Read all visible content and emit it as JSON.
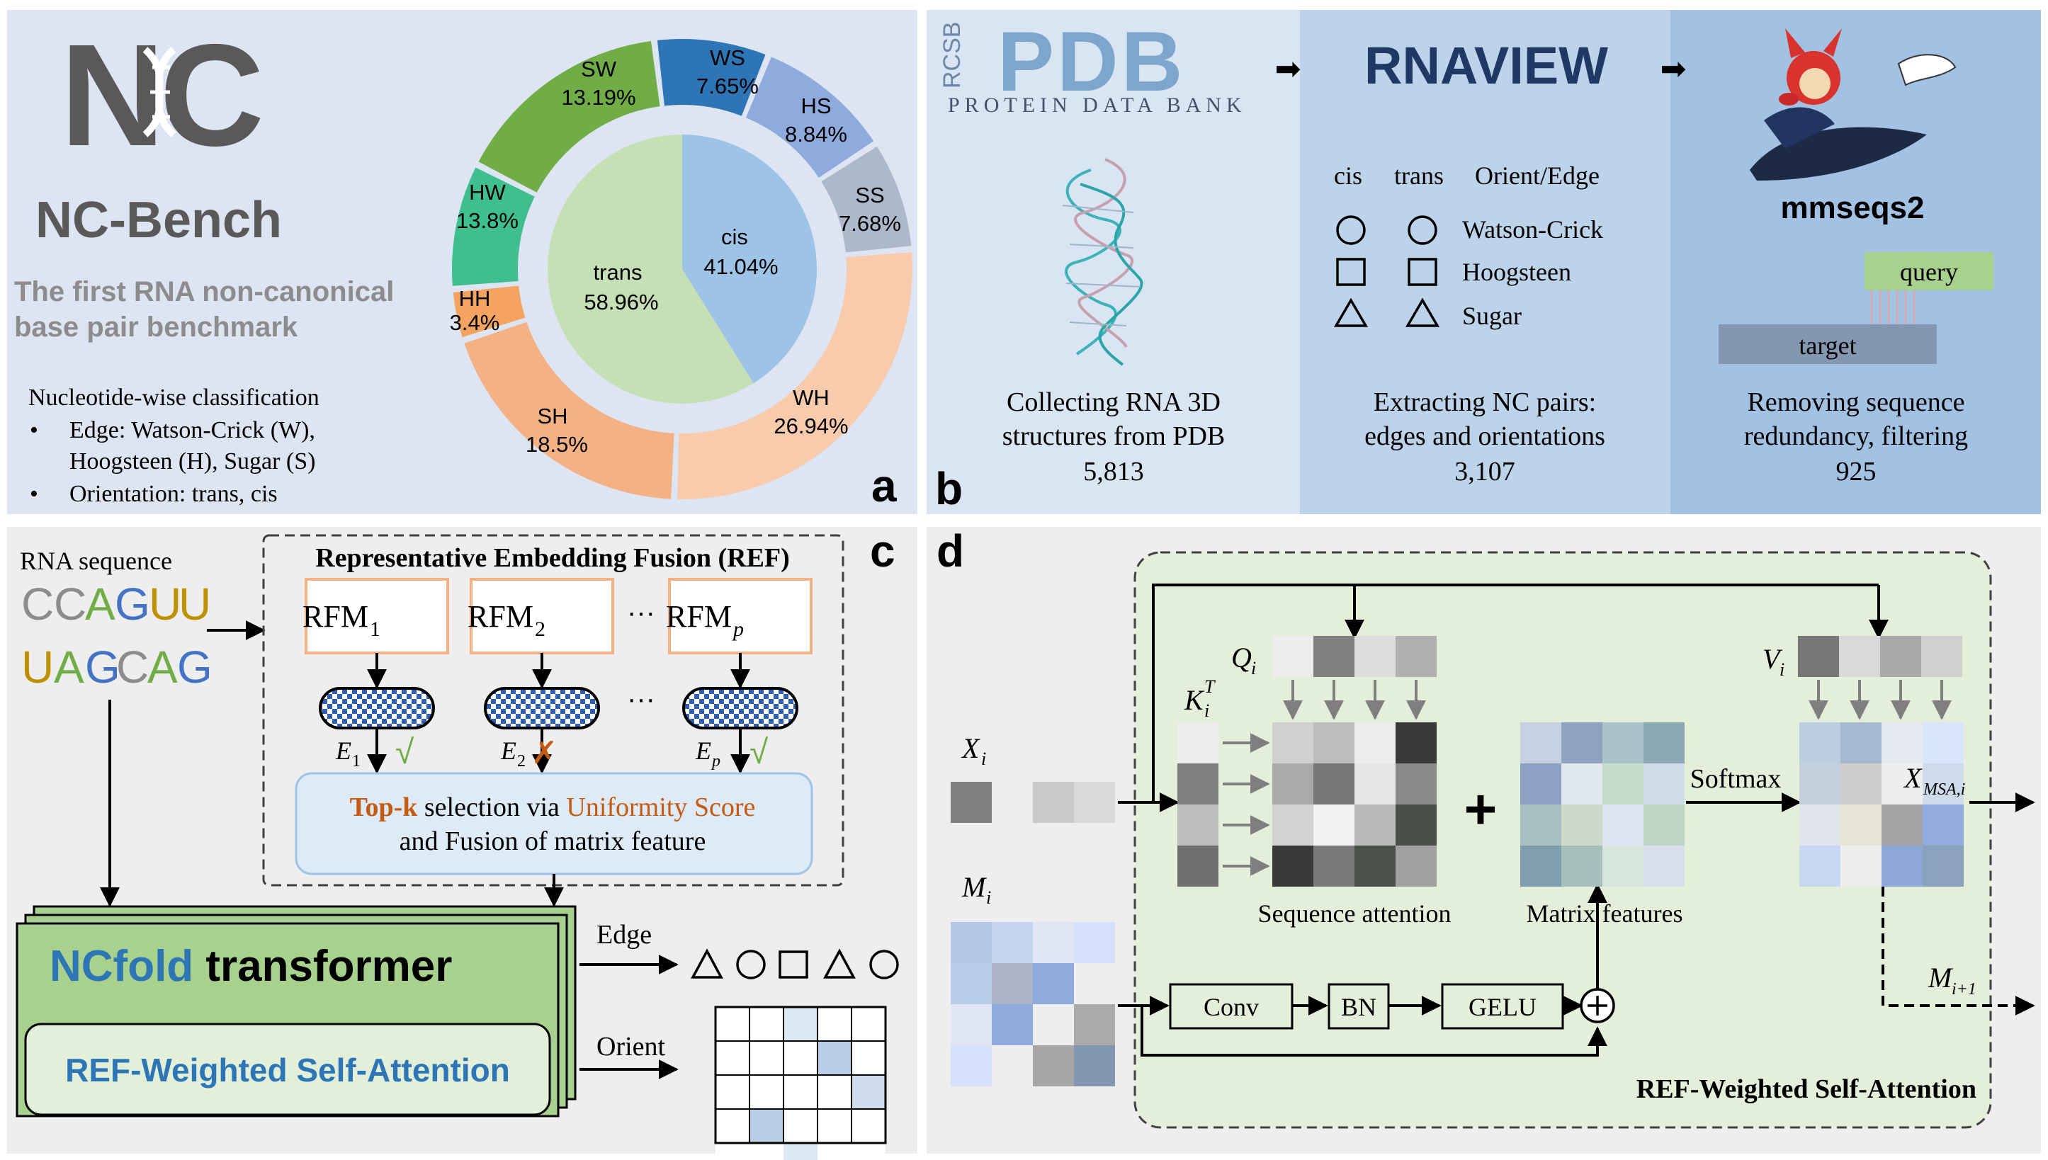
{
  "panel_a": {
    "logo_letters": "NC",
    "logo_name": "NC-Bench",
    "subtitle_line1": "The first RNA non-canonical",
    "subtitle_line2": "base pair benchmark",
    "desc_title": "Nucleotide-wise classification",
    "bullet1_line1": "Edge: Watson-Crick (W),",
    "bullet1_line2": "Hoogsteen (H), Sugar (S)",
    "bullet2": "Orientation: trans, cis",
    "bullet_mark": "•",
    "panel_letter": "a",
    "inner": {
      "trans_label": "trans",
      "trans_value": "58.96%",
      "cis_label": "cis",
      "cis_value": "41.04%"
    },
    "outer": {
      "sw_label": "SW",
      "sw_value": "13.19%",
      "ws_label": "WS",
      "ws_value": "7.65%",
      "hs_label": "HS",
      "hs_value": "8.84%",
      "ss_label": "SS",
      "ss_value": "7.68%",
      "wh_label": "WH",
      "wh_value": "26.94%",
      "sh_label": "SH",
      "sh_value": "18.5%",
      "hh_label": "HH",
      "hh_value": "3.4%",
      "hw_label": "HW",
      "hw_value": "13.8%"
    }
  },
  "panel_b": {
    "panel_letter": "b",
    "pdb_side": "RCSB",
    "pdb_big": "PDB",
    "pdb_sub": "PROTEIN DATA BANK",
    "rnaview": "RNAVIEW",
    "mmseqs": "mmseqs2",
    "arrow_glyph": "➡",
    "col_cis": "cis",
    "col_trans": "trans",
    "col_orient": "Orient/Edge",
    "edge_wc": "Watson-Crick",
    "edge_hoog": "Hoogsteen",
    "edge_sugar": "Sugar",
    "query": "query",
    "target": "target",
    "cap1_line1": "Collecting RNA 3D",
    "cap1_line2": "structures from PDB",
    "cap1_count": "5,813",
    "cap2_line1": "Extracting NC pairs:",
    "cap2_line2": "edges and orientations",
    "cap2_count": "3,107",
    "cap3_line1": "Removing sequence",
    "cap3_line2": "redundancy, filtering",
    "cap3_count": "925"
  },
  "panel_c": {
    "panel_letter": "c",
    "rna_label": "RNA sequence",
    "seq1": [
      "C",
      "C",
      "A",
      "G",
      "U",
      "U"
    ],
    "seq2": [
      "U",
      "A",
      "G",
      "C",
      "A",
      "G"
    ],
    "ref_title": "Representative Embedding Fusion (REF)",
    "rfm1": "RFM",
    "rfm1_sub": "1",
    "rfm2": "RFM",
    "rfm2_sub": "2",
    "rfmp": "RFM",
    "rfmp_sub": "p",
    "ellipsis": "···",
    "e1": "E",
    "e1_sub": "1",
    "e2": "E",
    "e2_sub": "2",
    "ep": "E",
    "ep_sub": "p",
    "check": "√",
    "cross": "✗",
    "topk_bold": "Top-k",
    "topk_mid": " selection via ",
    "topk_score": "Uniformity Score",
    "topk_line2": "and Fusion of matrix feature",
    "ncfold_a": "NCfold",
    "ncfold_b": " transformer",
    "ref_attn": "REF-Weighted Self-Attention",
    "edge_out": "Edge",
    "orient_out": "Orient"
  },
  "panel_d": {
    "panel_letter": "d",
    "xi": "X",
    "xi_sub": "i",
    "mi": "M",
    "mi_sub": "i",
    "qi": "Q",
    "qi_sub": "i",
    "ki": "K",
    "ki_sub": "i",
    "ki_sup": "T",
    "vi": "V",
    "vi_sub": "i",
    "xmsa": "X",
    "xmsa_sub": "MSA,i",
    "mnext": "M",
    "mnext_sub": "i+1",
    "plus": "+",
    "softmax": "Softmax",
    "seq_attn": "Sequence attention",
    "matrix_feat": "Matrix features",
    "conv": "Conv",
    "bn": "BN",
    "gelu": "GELU",
    "block_title": "REF-Weighted Self-Attention"
  },
  "colors": {
    "panel_a_bg": "#dde5f3",
    "panel_b_bg1": "#d9e5f2",
    "panel_b_bg2": "#bdd3ea",
    "panel_b_bg3": "#a3c2e3",
    "panel_c_bg": "#eeeeee",
    "panel_d_bg": "#eeeeee",
    "block_green": "#e3efd9",
    "ncfold_green": "#a9d18e",
    "box_orange": "#f4b183",
    "accent_blue": "#2e75b6",
    "score_orange": "#c55a11"
  }
}
